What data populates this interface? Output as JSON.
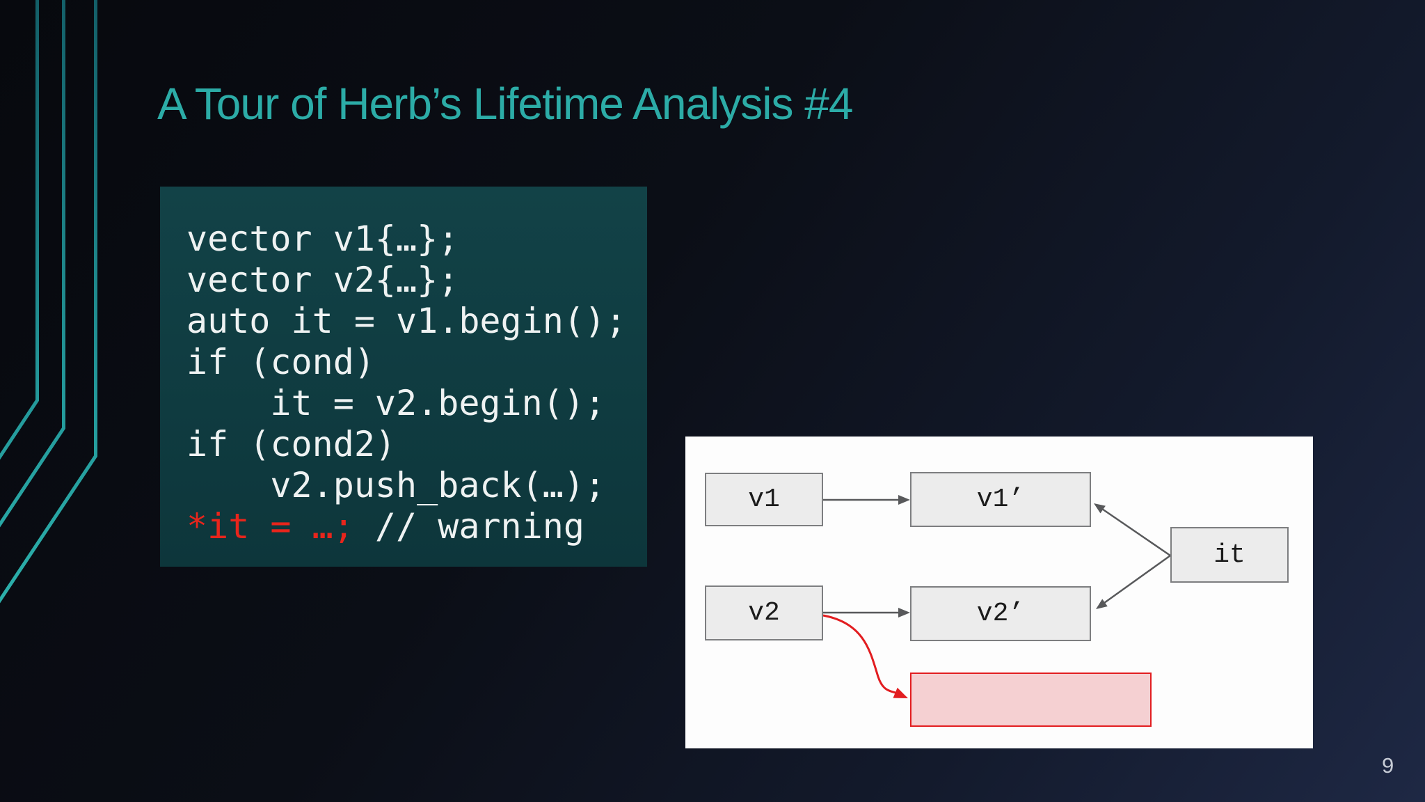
{
  "slide": {
    "title": "A Tour of Herb’s Lifetime Analysis #4",
    "page_number": "9",
    "colors": {
      "background_start": "#07090e",
      "background_end": "#1e2844",
      "title_color": "#2caca7",
      "accent_top": "#135f68",
      "accent_bottom": "#2db3ad",
      "code_bg": "#0f3a3e",
      "code_text": "#eef2f2",
      "code_warning": "#e8251c",
      "panel_bg": "#fdfdfd",
      "box_fill": "#ececec",
      "box_border": "#7d7e80",
      "arrow_gray": "#58595b",
      "danger_fill": "#f5d0d2",
      "danger_border": "#e21d20",
      "page_number_color": "#c7ccd6"
    }
  },
  "code": {
    "lines": [
      {
        "segments": [
          {
            "text": "vector v1{…};",
            "style": "normal"
          }
        ]
      },
      {
        "segments": [
          {
            "text": "vector v2{…};",
            "style": "normal"
          }
        ]
      },
      {
        "segments": [
          {
            "text": "auto it = v1.begin();",
            "style": "normal"
          }
        ]
      },
      {
        "segments": [
          {
            "text": "if (cond)",
            "style": "normal"
          }
        ]
      },
      {
        "segments": [
          {
            "text": "    it = v2.begin();",
            "style": "normal"
          }
        ]
      },
      {
        "segments": [
          {
            "text": "if (cond2)",
            "style": "normal"
          }
        ]
      },
      {
        "segments": [
          {
            "text": "    v2.push_back(…);",
            "style": "normal"
          }
        ]
      },
      {
        "segments": [
          {
            "text": "*it = …;",
            "style": "warning"
          },
          {
            "text": " // warning",
            "style": "normal"
          }
        ]
      }
    ]
  },
  "diagram": {
    "nodes": [
      {
        "id": "v1",
        "label": "v1"
      },
      {
        "id": "v1-prime",
        "label": "v1’"
      },
      {
        "id": "v2",
        "label": "v2"
      },
      {
        "id": "v2-prime",
        "label": "v2’"
      },
      {
        "id": "it",
        "label": "it"
      },
      {
        "id": "invalidated",
        "label": ""
      }
    ]
  }
}
